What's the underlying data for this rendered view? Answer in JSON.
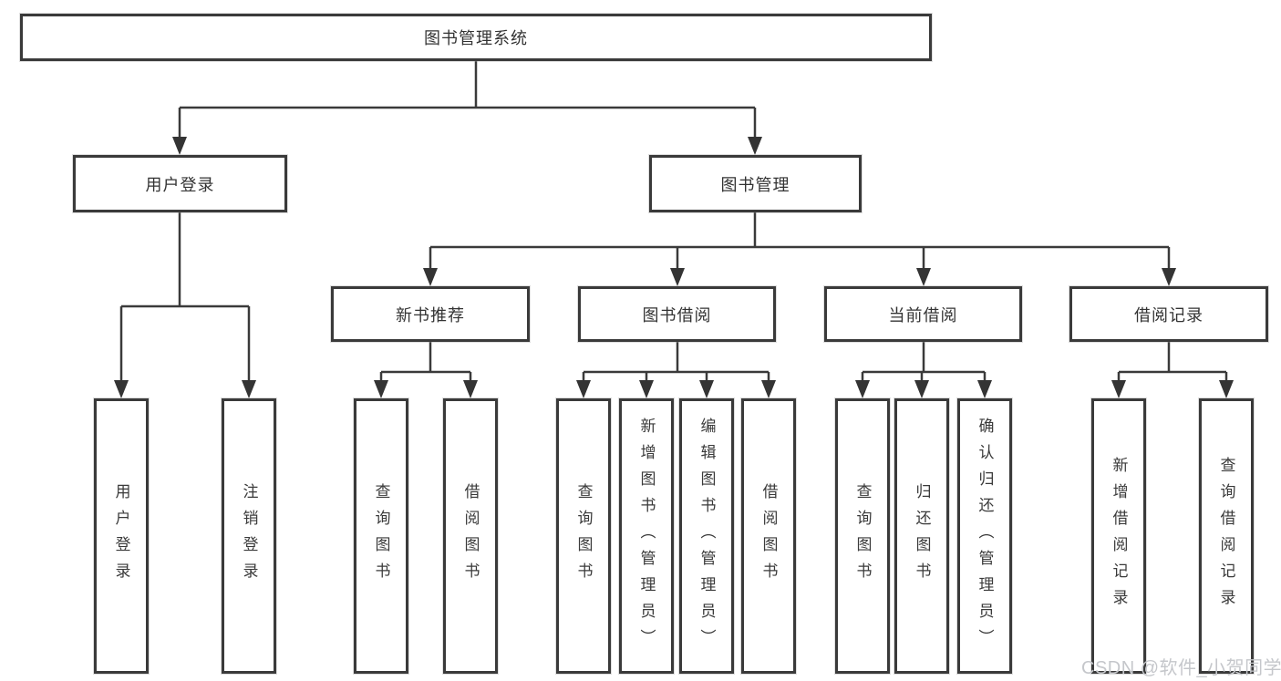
{
  "tree": {
    "label": "图书管理系统",
    "children": [
      {
        "label": "用户登录",
        "children": [
          {
            "label": "用户登录"
          },
          {
            "label": "注销登录"
          }
        ]
      },
      {
        "label": "图书管理",
        "children": [
          {
            "label": "新书推荐",
            "children": [
              {
                "label": "查询图书"
              },
              {
                "label": "借阅图书"
              }
            ]
          },
          {
            "label": "图书借阅",
            "children": [
              {
                "label": "查询图书"
              },
              {
                "label": "新增图书（管理员）"
              },
              {
                "label": "编辑图书（管理员）"
              },
              {
                "label": "借阅图书"
              }
            ]
          },
          {
            "label": "当前借阅",
            "children": [
              {
                "label": "查询图书"
              },
              {
                "label": "归还图书"
              },
              {
                "label": "确认归还（管理员）"
              }
            ]
          },
          {
            "label": "借阅记录",
            "children": [
              {
                "label": "新增借阅记录"
              },
              {
                "label": "查询借阅记录"
              }
            ]
          }
        ]
      }
    ]
  },
  "watermark": {
    "text": "CSDN @软件_小贺同学"
  },
  "colors": {
    "line": "#3a3a3a",
    "box_border": "#3a3a3a",
    "text": "#333333",
    "watermark": "#c5c7cb",
    "background": "#ffffff"
  }
}
